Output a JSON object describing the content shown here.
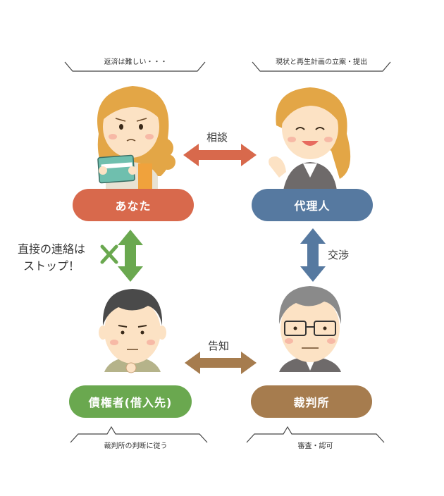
{
  "colors": {
    "you": "#d8694c",
    "agent": "#5679a0",
    "creditor": "#6aa84f",
    "court": "#a67c4e",
    "arrow_red": "#d8694c",
    "arrow_blue": "#5679a0",
    "arrow_green": "#6aa84f",
    "arrow_brown": "#a67c4e",
    "cross": "#6aa84f"
  },
  "captions": {
    "you": "返済は難しい・・・",
    "agent": "現状と再生計画の立案・提出",
    "creditor": "裁判所の判断に従う",
    "court": "審査・認可"
  },
  "nodes": {
    "you": "あなた",
    "agent": "代理人",
    "creditor": "債権者(借入先)",
    "court": "裁判所"
  },
  "edges": {
    "consult": "相談",
    "negotiate": "交渉",
    "notify": "告知",
    "stop_line1": "直接の連絡は",
    "stop_line2": "ストップ！"
  },
  "icons": {
    "stop": "cross-icon",
    "you": "worried-woman-illustration",
    "agent": "agent-woman-illustration",
    "creditor": "man-illustration",
    "court": "judge-man-illustration"
  }
}
